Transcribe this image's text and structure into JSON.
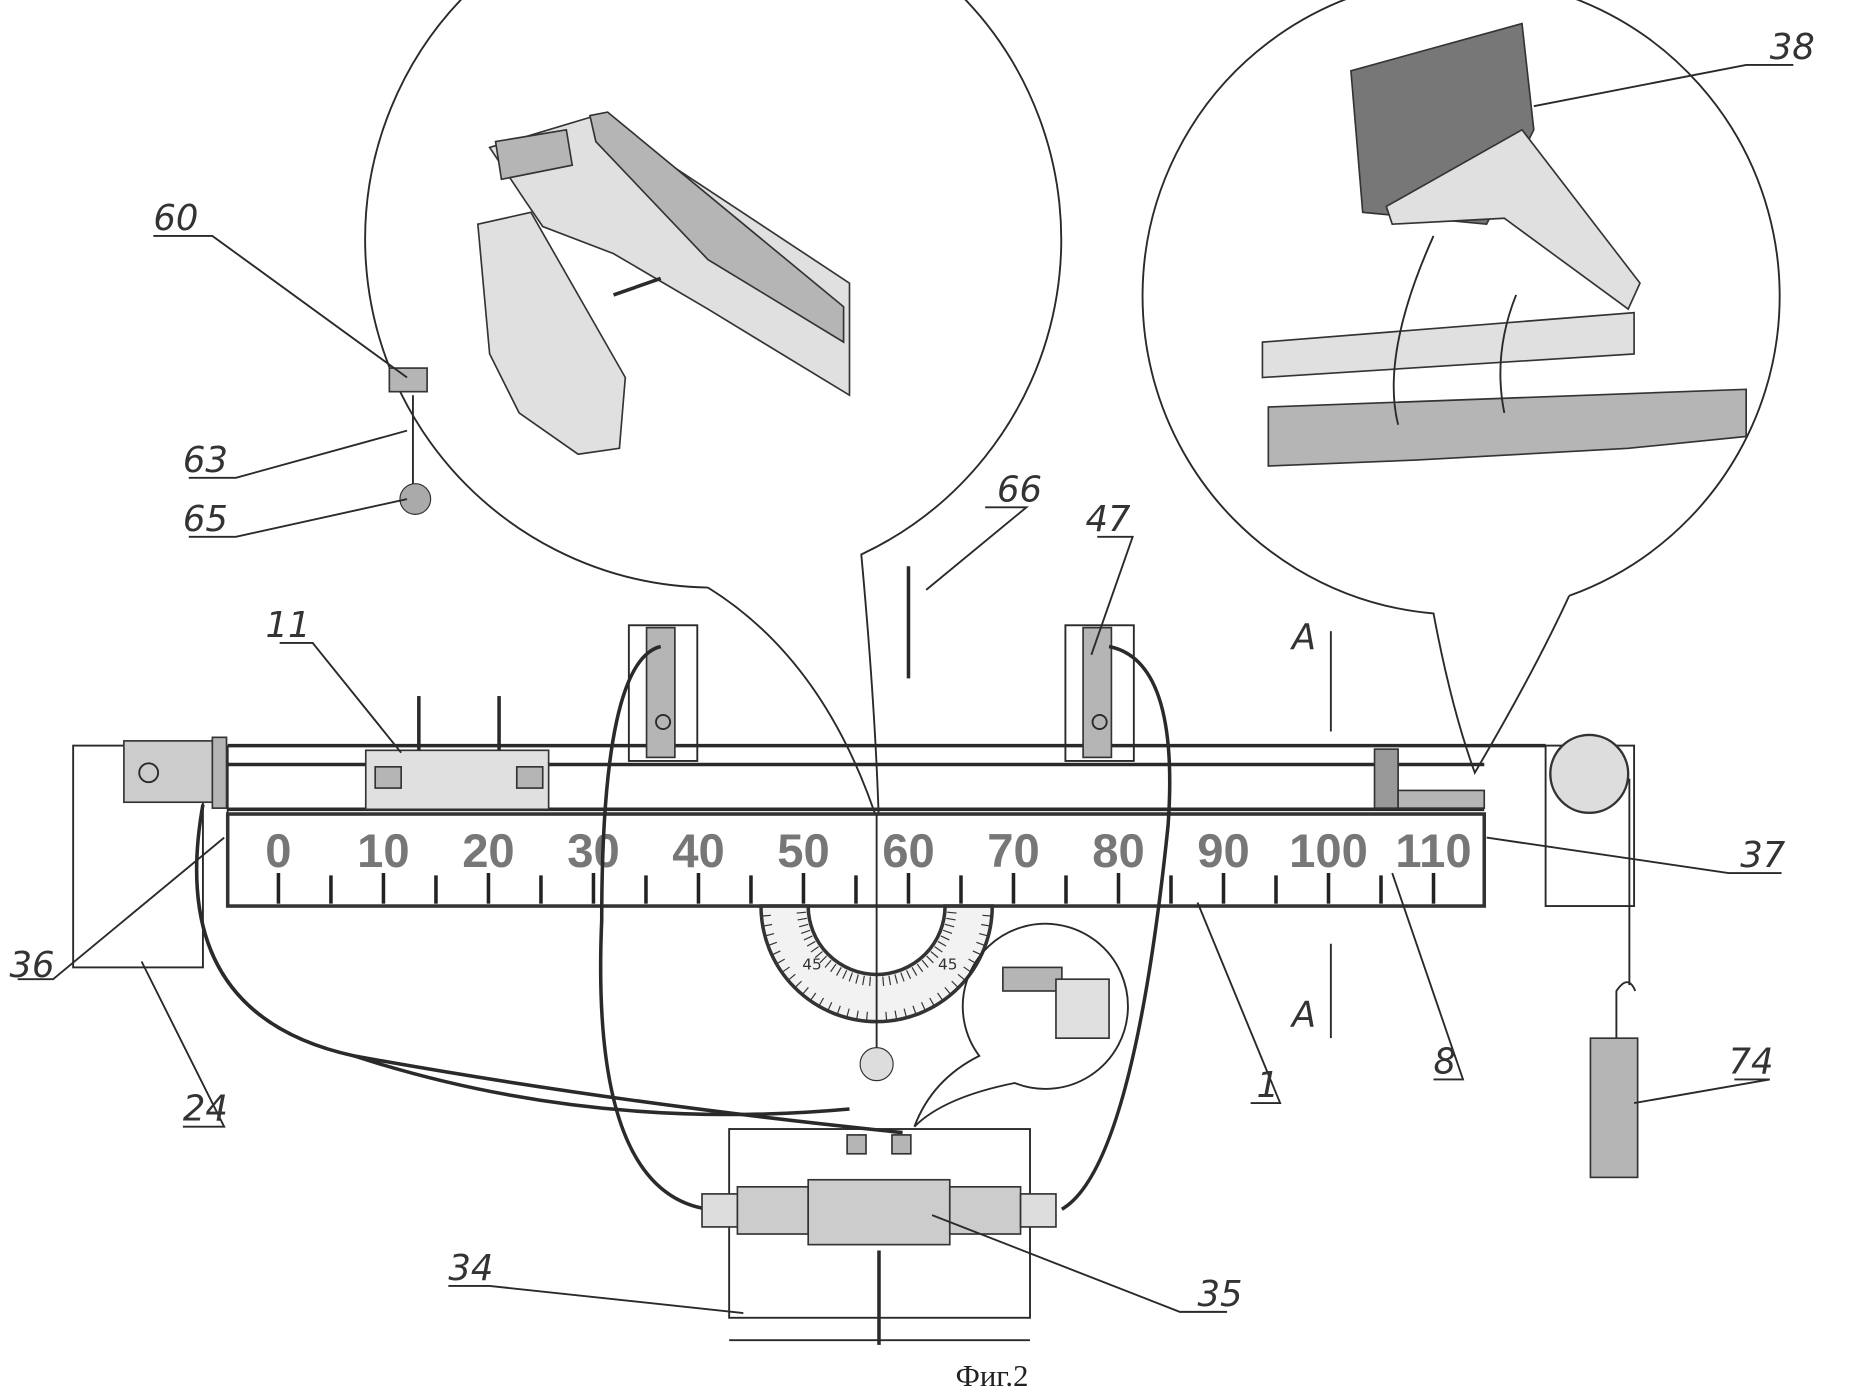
{
  "figure": {
    "caption": "Фиг.2",
    "scale_labels": [
      "0",
      "10",
      "20",
      "30",
      "40",
      "50",
      "60",
      "70",
      "80",
      "90",
      "100",
      "110"
    ],
    "protractor_labels": [
      "45",
      "45"
    ],
    "callouts": {
      "l60": "60",
      "l63": "63",
      "l65": "65",
      "l66": "66",
      "l47": "47",
      "l11": "11",
      "lA1": "A",
      "lA2": "A",
      "l38": "38",
      "l37": "37",
      "l36": "36",
      "l24": "24",
      "l1": "1",
      "l8": "8",
      "l74": "74",
      "l34": "34",
      "l35": "35"
    }
  }
}
